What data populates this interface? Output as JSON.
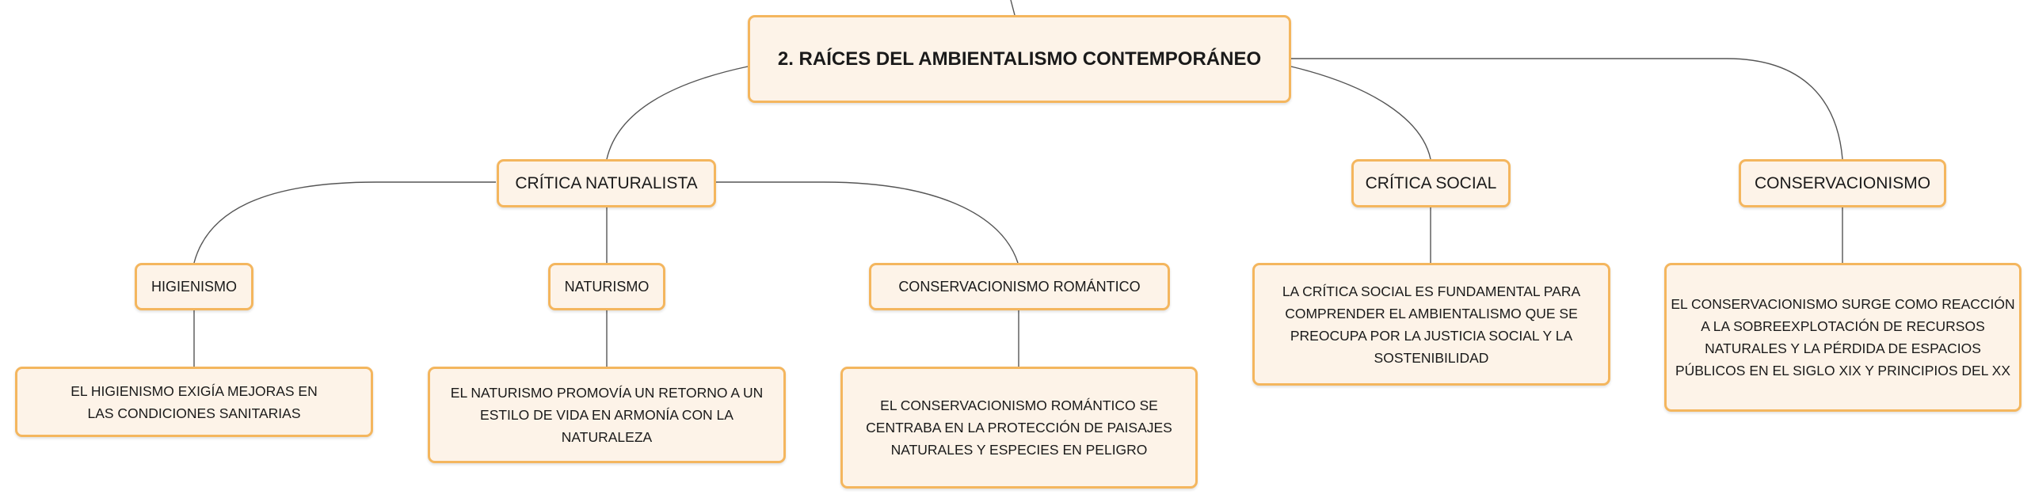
{
  "diagram": {
    "root": "2. RAÍCES DEL AMBIENTALISMO CONTEMPORÁNEO",
    "critica_naturalista": {
      "label": "CRÍTICA NATURALISTA",
      "higienismo": {
        "label": "HIGIENISMO",
        "description": "EL HIGIENISMO EXIGÍA MEJORAS EN LAS CONDICIONES SANITARIAS"
      },
      "naturismo": {
        "label": "NATURISMO",
        "description": "EL NATURISMO PROMOVÍA UN RETORNO A UN ESTILO DE VIDA EN ARMONÍA CON LA NATURALEZA"
      },
      "conservacionismo_romantico": {
        "label": "CONSERVACIONISMO ROMÁNTICO",
        "description": "EL CONSERVACIONISMO ROMÁNTICO SE CENTRABA EN LA PROTECCIÓN DE PAISAJES NATURALES Y ESPECIES EN PELIGRO"
      }
    },
    "critica_social": {
      "label": "CRÍTICA SOCIAL",
      "description": "LA CRÍTICA SOCIAL ES FUNDAMENTAL PARA COMPRENDER EL AMBIENTALISMO QUE SE PREOCUPA POR LA JUSTICIA SOCIAL Y LA SOSTENIBILIDAD"
    },
    "conservacionismo": {
      "label": "CONSERVACIONISMO",
      "description": "EL CONSERVACIONISMO SURGE COMO REACCIÓN A LA SOBREEXPLOTACIÓN DE RECURSOS NATURALES Y LA PÉRDIDA DE ESPACIOS PÚBLICOS EN EL SIGLO XIX Y PRINCIPIOS DEL XX"
    }
  },
  "colors": {
    "node_fill": "#fdf3e8",
    "node_border": "#f4b65e",
    "connector": "#555555"
  }
}
